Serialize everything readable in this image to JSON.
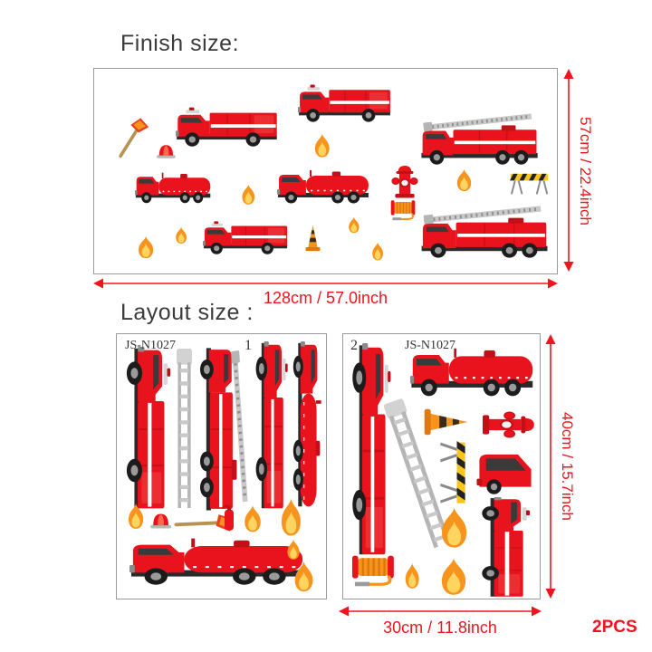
{
  "headings": {
    "finish": "Finish size:",
    "layout": "Layout size :"
  },
  "finish_panel": {
    "height_label": "57cm / 22.4inch",
    "width_label": "128cm / 57.0inch"
  },
  "layout_panel": {
    "sheet1": {
      "code": "JS-N1027",
      "number": "1"
    },
    "sheet2": {
      "code": "JS-N1027",
      "number": "2"
    },
    "height_label": "40cm / 15.7inch",
    "width_label": "30cm / 11.8inch",
    "quantity_label": "2PCS"
  },
  "colors": {
    "dimension_red": "#f0141e",
    "truck_red": "#e8131c",
    "heading_gray": "#3b3b3b",
    "flame_orange": "#f7941e",
    "flame_yellow": "#ffd45f"
  }
}
